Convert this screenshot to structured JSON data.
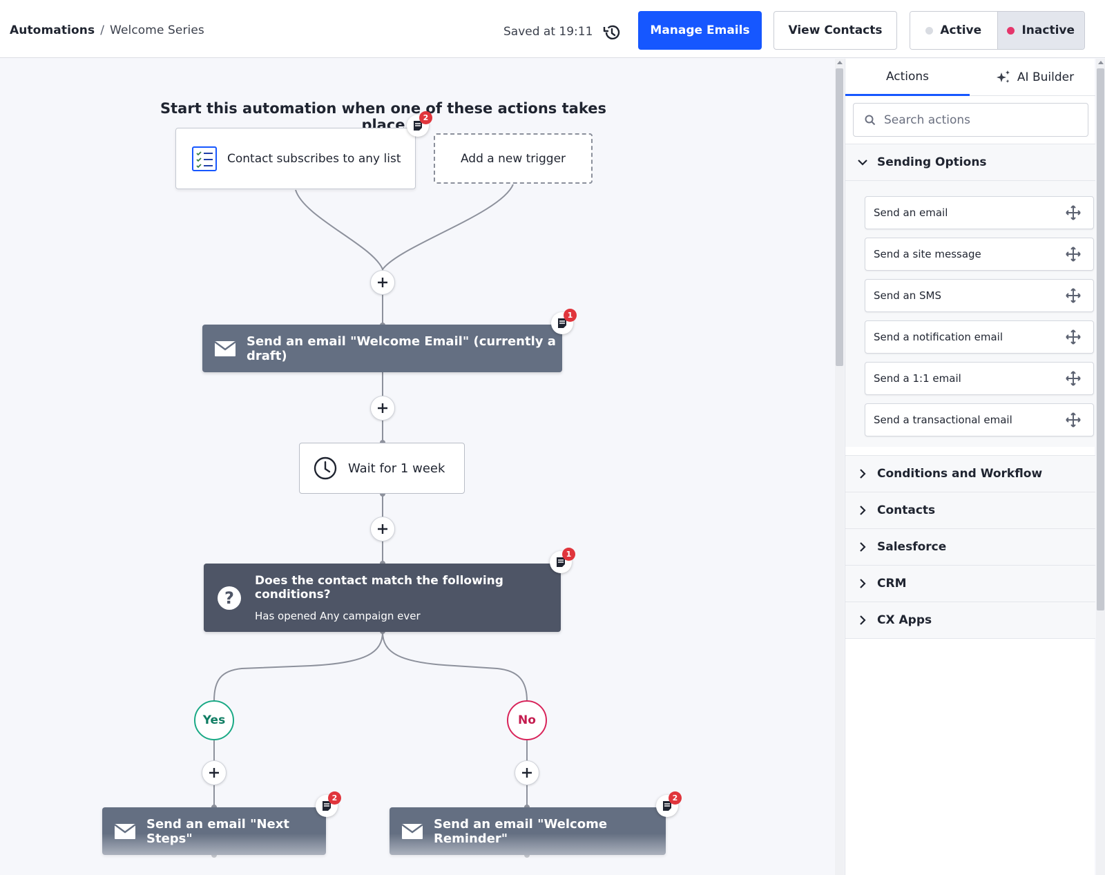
{
  "header": {
    "breadcrumb_root": "Automations",
    "breadcrumb_sep": "/",
    "breadcrumb_current": "Welcome Series",
    "saved_text": "Saved at 19:11",
    "manage_emails_label": "Manage Emails",
    "view_contacts_label": "View Contacts",
    "status": {
      "active_label": "Active",
      "inactive_label": "Inactive",
      "selected": "Inactive"
    }
  },
  "canvas": {
    "heading": "Start this automation when one of these actions takes place",
    "trigger": {
      "label": "Contact subscribes to any list",
      "badge": "2",
      "icon": "list-checklist-icon"
    },
    "new_trigger_label": "Add a new trigger",
    "step1": {
      "label": "Send an email \"Welcome Email\" (currently a draft)",
      "badge": "1",
      "icon": "envelope-icon"
    },
    "wait": {
      "label": "Wait for 1 week",
      "icon": "clock-icon"
    },
    "condition": {
      "title": "Does the contact match the following conditions?",
      "detail": "Has opened Any campaign ever",
      "badge": "1",
      "icon": "question-icon"
    },
    "yes_label": "Yes",
    "no_label": "No",
    "yes_step": {
      "label": "Send an email \"Next Steps\"",
      "badge": "2",
      "icon": "envelope-icon"
    },
    "no_step": {
      "label": "Send an email \"Welcome Reminder\"",
      "badge": "2",
      "icon": "envelope-icon"
    }
  },
  "panel": {
    "tabs": [
      {
        "label": "Actions",
        "active": true
      },
      {
        "label": "AI Builder",
        "icon": "sparkle-icon"
      }
    ],
    "search_placeholder": "Search actions",
    "open_section": "Sending Options",
    "sending_options": [
      "Send an email",
      "Send a site message",
      "Send an SMS",
      "Send a notification email",
      "Send a 1:1 email",
      "Send a transactional email"
    ],
    "collapsed_sections": [
      "Conditions and Workflow",
      "Contacts",
      "Salesforce",
      "CRM",
      "CX Apps"
    ]
  },
  "colors": {
    "primary": "#1657ff",
    "action_card": "#646f82",
    "condition_card": "#4e5566",
    "yes": "#1aa985",
    "no": "#d8245a",
    "badge": "#e0353c"
  }
}
